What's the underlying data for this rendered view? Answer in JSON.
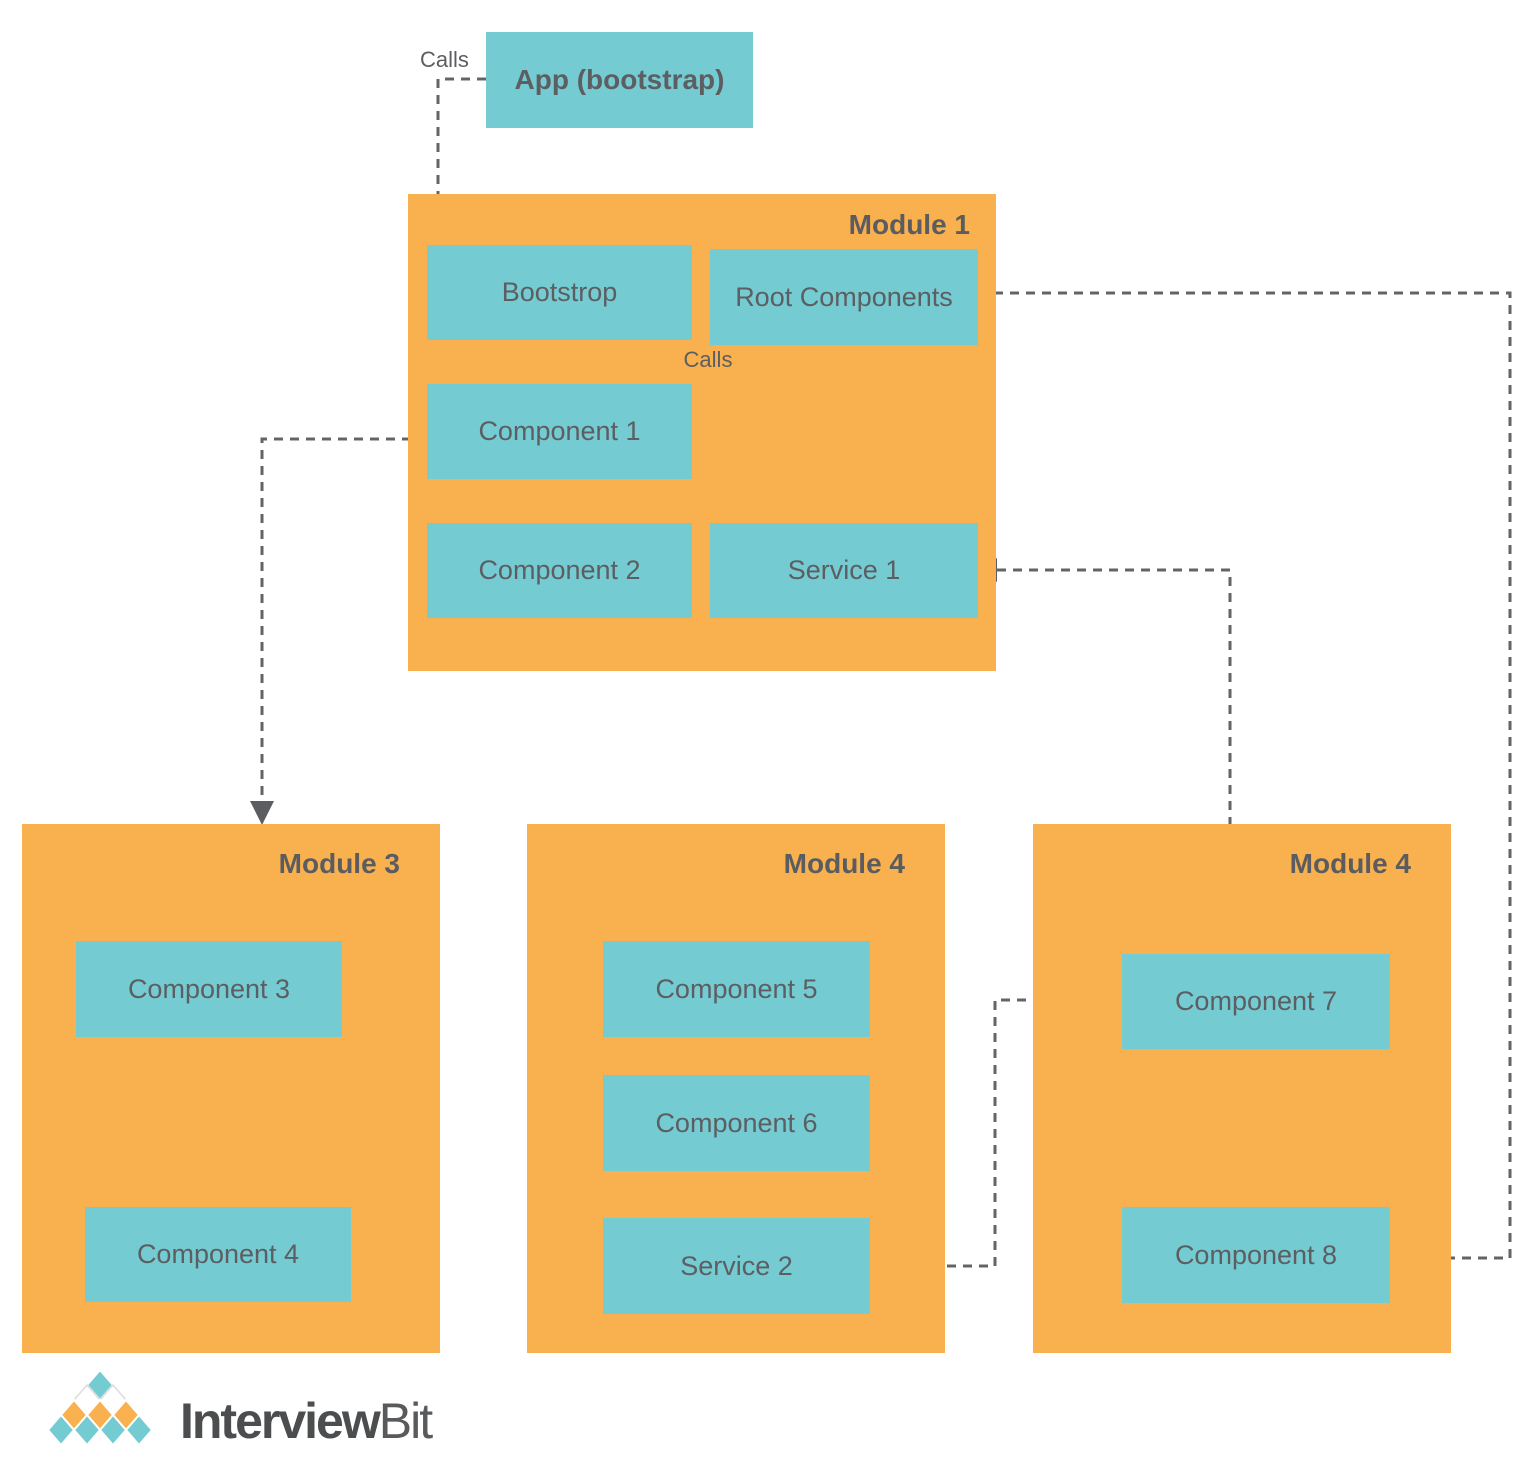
{
  "top": {
    "calls_label": "Calls",
    "app_box_label": "App (bootstrap)"
  },
  "module1": {
    "label": "Module 1",
    "calls_label": "Calls",
    "boxes": {
      "bootstrop": "Bootstrop",
      "root_components": "Root Components",
      "component1": "Component 1",
      "component2": "Component 2",
      "service1": "Service 1"
    }
  },
  "module3": {
    "label": "Module 3",
    "boxes": {
      "component3": "Component 3",
      "component4": "Component 4"
    }
  },
  "module4_mid": {
    "label": "Module 4",
    "boxes": {
      "component5": "Component 5",
      "component6": "Component 6",
      "service2": "Service 2"
    }
  },
  "module4_right": {
    "label": "Module 4",
    "boxes": {
      "component7": "Component 7",
      "component8": "Component 8"
    }
  },
  "connections": [
    {
      "from": "App (bootstrap)",
      "to": "Bootstrop",
      "label": "Calls"
    },
    {
      "from": "Bootstrop",
      "to": "Root Components",
      "label": "Calls"
    },
    {
      "from": "Root Components",
      "to": "Component 1"
    },
    {
      "from": "Component 1",
      "to": "Component 2"
    },
    {
      "from": "Component 2",
      "to": "Component 1"
    },
    {
      "from": "Component 1",
      "to": "Module 3"
    },
    {
      "from": "Root Components",
      "to": "Component 8"
    },
    {
      "from": "Component 7",
      "to": "Service 1"
    },
    {
      "from": "Component 7",
      "to": "Service 2"
    },
    {
      "from": "Component 3",
      "to": "Component 4"
    }
  ],
  "logo": {
    "primary": "Interview",
    "secondary": "Bit"
  },
  "colors": {
    "module_bg": "#F9B04E",
    "box_bg": "#74CBD2",
    "box_text": "#5C5E61",
    "connector": "#626468",
    "arrowhead": "#5B5D60",
    "logo_text_primary": "#4C4D4F",
    "logo_text_secondary": "#595A5C",
    "logo_diamond_white": "#FFFFFF"
  }
}
